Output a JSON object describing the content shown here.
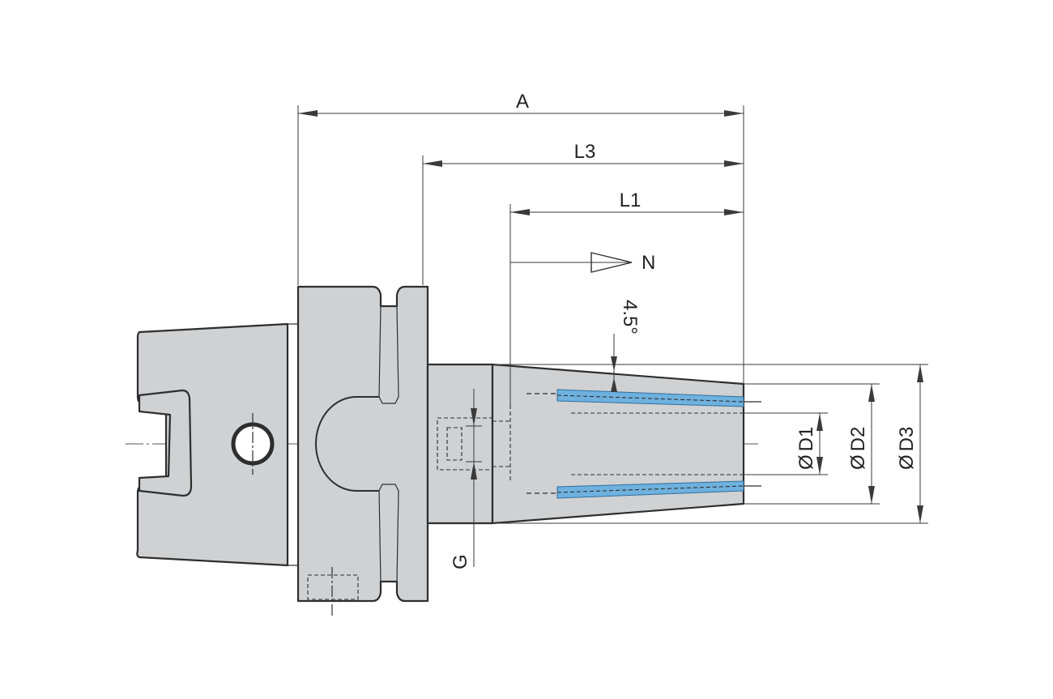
{
  "labels": {
    "A": "A",
    "L3": "L3",
    "L1": "L1",
    "N": "N",
    "angle": "4.5°",
    "G": "G",
    "D1": "D1",
    "D2": "D2",
    "D3": "D3",
    "dia": "Ø"
  },
  "colors": {
    "body_fill": "#cfd1d3",
    "outline": "#2e2e2e",
    "coolant_channel": "#6fb1de"
  }
}
